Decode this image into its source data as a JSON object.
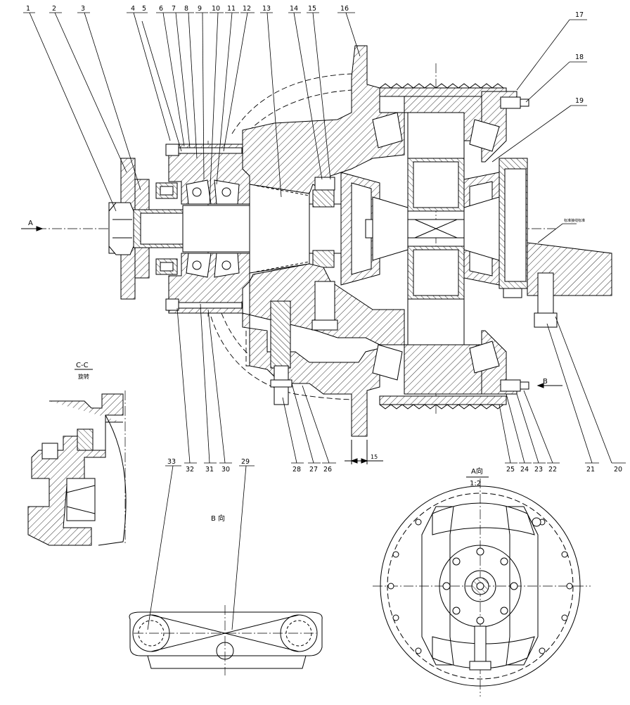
{
  "callouts": [
    {
      "n": "1"
    },
    {
      "n": "2"
    },
    {
      "n": "3"
    },
    {
      "n": "4"
    },
    {
      "n": "5"
    },
    {
      "n": "6"
    },
    {
      "n": "7"
    },
    {
      "n": "8"
    },
    {
      "n": "9"
    },
    {
      "n": "10"
    },
    {
      "n": "11"
    },
    {
      "n": "12"
    },
    {
      "n": "13"
    },
    {
      "n": "14"
    },
    {
      "n": "15"
    },
    {
      "n": "16"
    },
    {
      "n": "17"
    },
    {
      "n": "18"
    },
    {
      "n": "19"
    },
    {
      "n": "20"
    },
    {
      "n": "21"
    },
    {
      "n": "22"
    },
    {
      "n": "23"
    },
    {
      "n": "24"
    },
    {
      "n": "25"
    },
    {
      "n": "26"
    },
    {
      "n": "27"
    },
    {
      "n": "28"
    },
    {
      "n": "30"
    },
    {
      "n": "31"
    },
    {
      "n": "32"
    },
    {
      "n": "33"
    },
    {
      "n": "29"
    }
  ],
  "views": {
    "section_cc": {
      "title": "C-C",
      "subtitle": "旋转"
    },
    "view_a": {
      "title": "A向",
      "scale": "1:2"
    },
    "view_b": {
      "title": "B 向"
    }
  },
  "arrows": {
    "a": "A",
    "b": "B"
  },
  "dimensions": {
    "offset": "15"
  },
  "notes": {
    "small_label": "标准接线标准"
  }
}
